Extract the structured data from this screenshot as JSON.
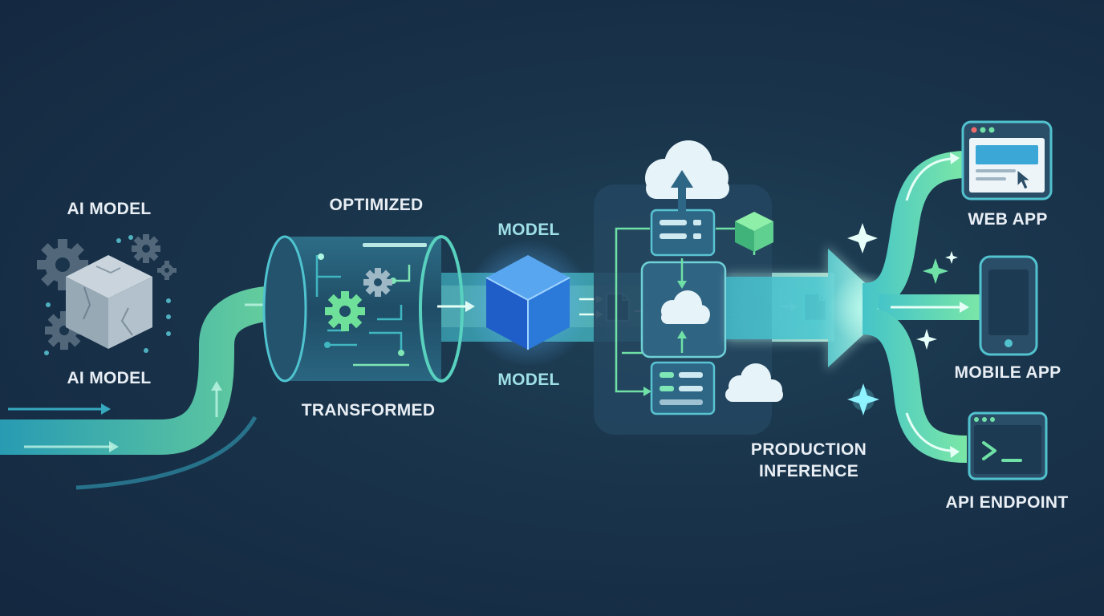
{
  "labels": {
    "ai_model_top": "AI MODEL",
    "ai_model_bottom": "AI MODEL",
    "optimized": "OPTIMIZED",
    "transformed": "TRANSFORMED",
    "model_top": "MODEL",
    "model_bottom": "MODEL",
    "production_line1": "PRODUCTION",
    "production_line2": "INFERENCE",
    "web_app": "WEB APP",
    "mobile_app": "MOBILE APP",
    "api_endpoint": "API ENDPOINT"
  },
  "colors": {
    "background": "#172e46",
    "flow_teal": "#37b8c6",
    "flow_green": "#6fe0a6",
    "cube_blue": "#2f6fd6",
    "panel": "#2a4c66",
    "label_light": "#e8eef4",
    "label_teal": "#9fdfe6"
  },
  "icons": [
    "gear-icon",
    "cube-icon",
    "cloud-icon",
    "server-icon",
    "document-icon",
    "sparkle-icon",
    "browser-icon",
    "phone-icon",
    "terminal-icon",
    "cursor-icon"
  ]
}
